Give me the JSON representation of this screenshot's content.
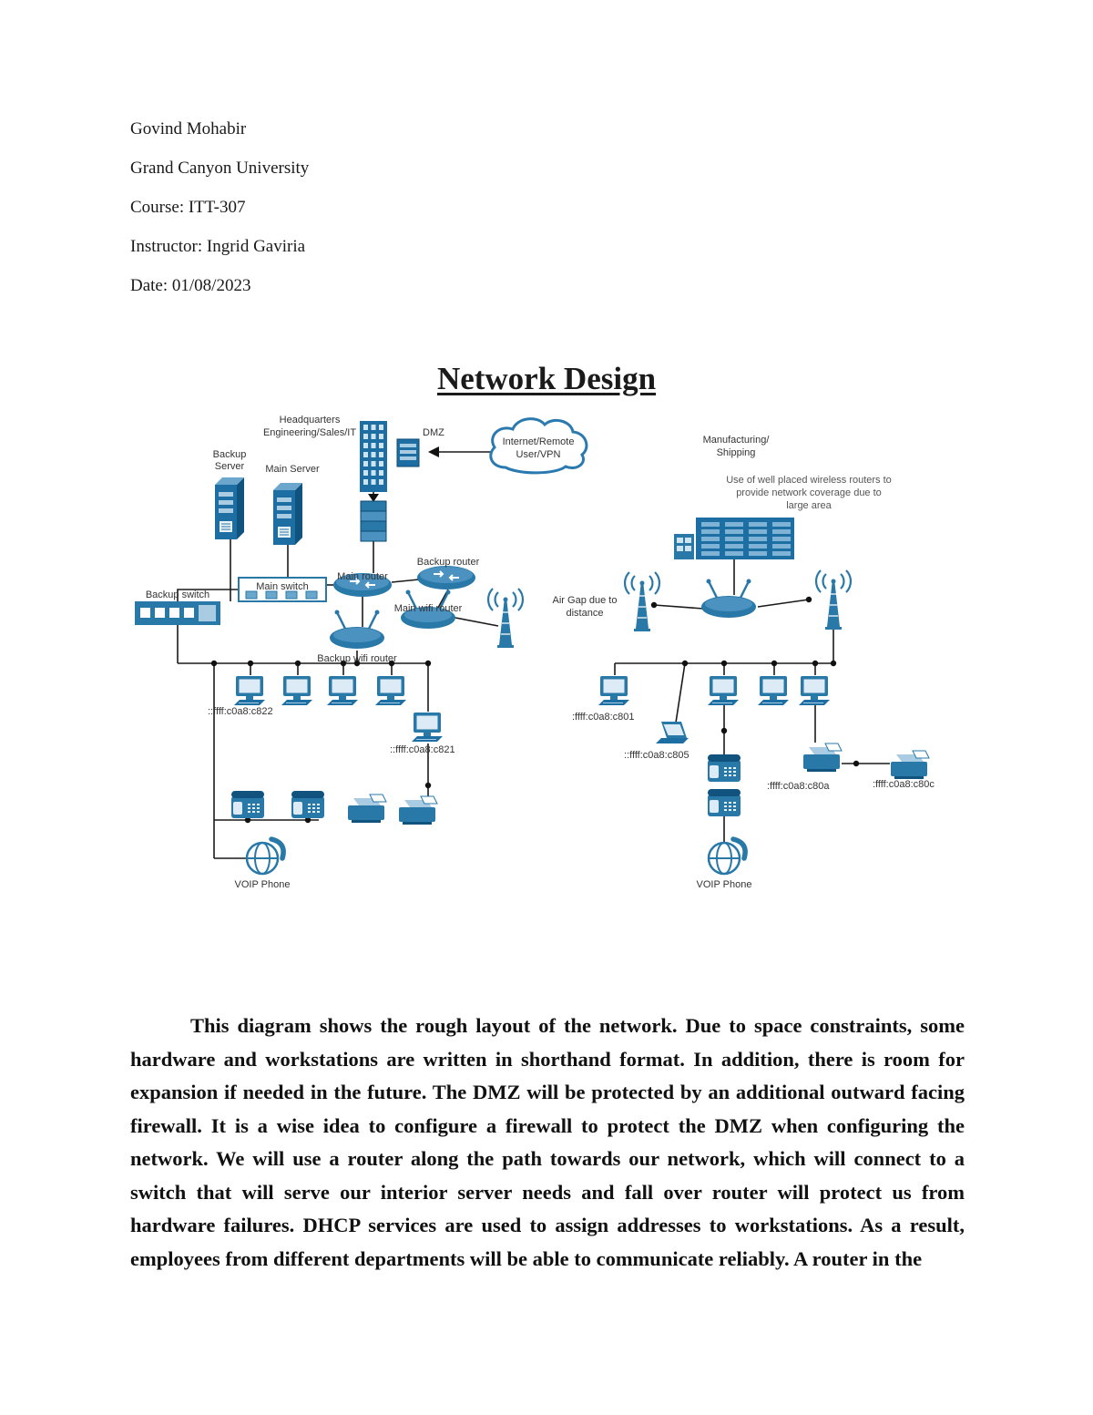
{
  "header": {
    "lines": [
      "Govind Mohabir",
      "Grand Canyon University",
      "Course: ITT-307",
      "Instructor: Ingrid Gaviria",
      "Date: 01/08/2023"
    ]
  },
  "title": "Network Design",
  "diagram": {
    "hq": {
      "line1": "Headquarters",
      "line2": "Engineering/Sales/IT"
    },
    "dmz_label": "DMZ",
    "cloud": {
      "line1": "Internet/Remote",
      "line2": "User/VPN"
    },
    "backup_server": {
      "line1": "Backup",
      "line2": "Server"
    },
    "main_server_label": "Main Server",
    "backup_switch_label": "Backup switch",
    "main_switch_label": "Main switch",
    "main_router_label": "Main router",
    "backup_router_label": "Backup router",
    "main_wifi_label": "Main wifi router",
    "backup_wifi_label": "Backup wifi router",
    "mfg": {
      "line1": "Manufacturing/",
      "line2": "Shipping"
    },
    "wireless_note": {
      "line1": "Use of well placed wireless routers to",
      "line2": "provide network coverage due to",
      "line3": "large area"
    },
    "air_gap": {
      "line1": "Air Gap due to",
      "line2": "distance"
    },
    "ips": {
      "c822": "::ffff:c0a8:c822",
      "c821": "::ffff:c0a8:c821",
      "c801": ":ffff:c0a8:c801",
      "c805": "::ffff:c0a8:c805",
      "c80a": ":ffff:c0a8:c80a",
      "c80c": ":ffff:c0a8:c80c"
    },
    "voip_left_label": "VOIP Phone",
    "voip_right_label": "VOIP Phone"
  },
  "body_text": "This diagram shows the rough layout of the network. Due to space constraints, some hardware and workstations are written in shorthand format. In addition, there is room for expansion if needed in the future. The DMZ will be protected by an additional outward facing firewall. It is a wise idea to configure a firewall to protect the DMZ when configuring the network. We will use a router along the path towards our network, which will connect to a switch that will serve our interior server needs and fall over router will protect us from hardware failures. DHCP services are used to assign addresses to workstations. As a result, employees from different departments will be able to communicate reliably. A router in the",
  "colors": {
    "icon_blue": "#1d6fa3",
    "icon_blue_dark": "#11537f",
    "icon_blue_mid": "#2878a8",
    "icon_blue_light": "#a9cce2",
    "line": "#1a1a1a"
  }
}
